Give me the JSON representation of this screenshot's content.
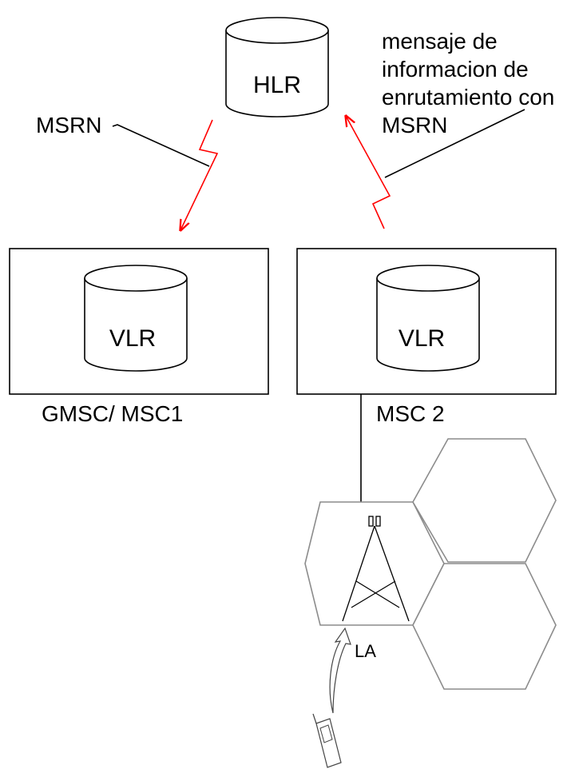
{
  "nodes": {
    "hlr": {
      "label": "HLR"
    },
    "vlr_left": {
      "label": "VLR"
    },
    "vlr_right": {
      "label": "VLR"
    },
    "msc_left": {
      "label": "GMSC/ MSC1"
    },
    "msc_right": {
      "label": "MSC 2"
    },
    "location_area": {
      "label": "LA"
    }
  },
  "annotations": {
    "msrn": "MSRN",
    "routing_message_lines": [
      "mensaje de",
      "informacion de",
      "enrutamiento con",
      "MSRN"
    ]
  },
  "colors": {
    "signal": "#ff0000",
    "outline": "#000000",
    "cell_border": "#8c8c8c",
    "background": "#ffffff"
  },
  "icons": {
    "antenna_tower": "antenna-tower-icon",
    "mobile_phone": "mobile-phone-icon",
    "movement_arrow": "curved-up-arrow-icon"
  }
}
